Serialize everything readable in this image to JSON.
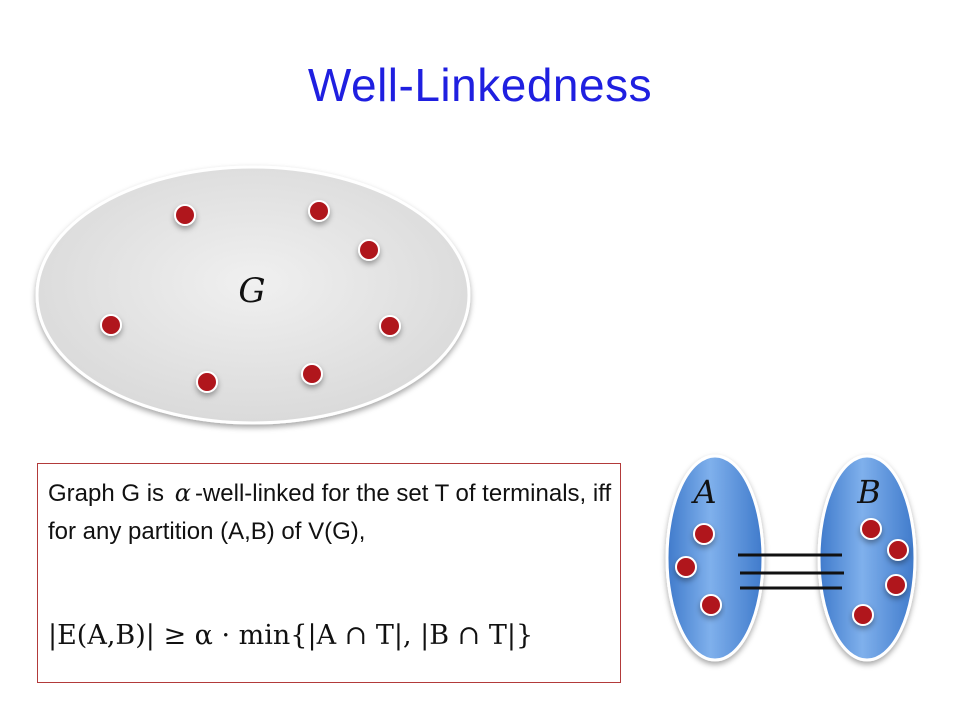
{
  "slide": {
    "title": "Well-Linkedness"
  },
  "graph": {
    "label": "G",
    "fill_color": "#e6e6e6",
    "terminal_color": "#b0121e"
  },
  "definition": {
    "text_before_alpha": "Graph G is ",
    "alpha_symbol": "α",
    "text_after_alpha": "-well-linked for the set T of terminals, iff for any partition (A,B) of V(G),",
    "formula": "|E(A,B)| ≥ α · min{|A ∩ T|, |B ∩ T|}",
    "border_color": "#b23a3a"
  },
  "partition": {
    "set_a_label": "A",
    "set_b_label": "B",
    "set_color": "#4a86d4",
    "edge_count": 3
  }
}
